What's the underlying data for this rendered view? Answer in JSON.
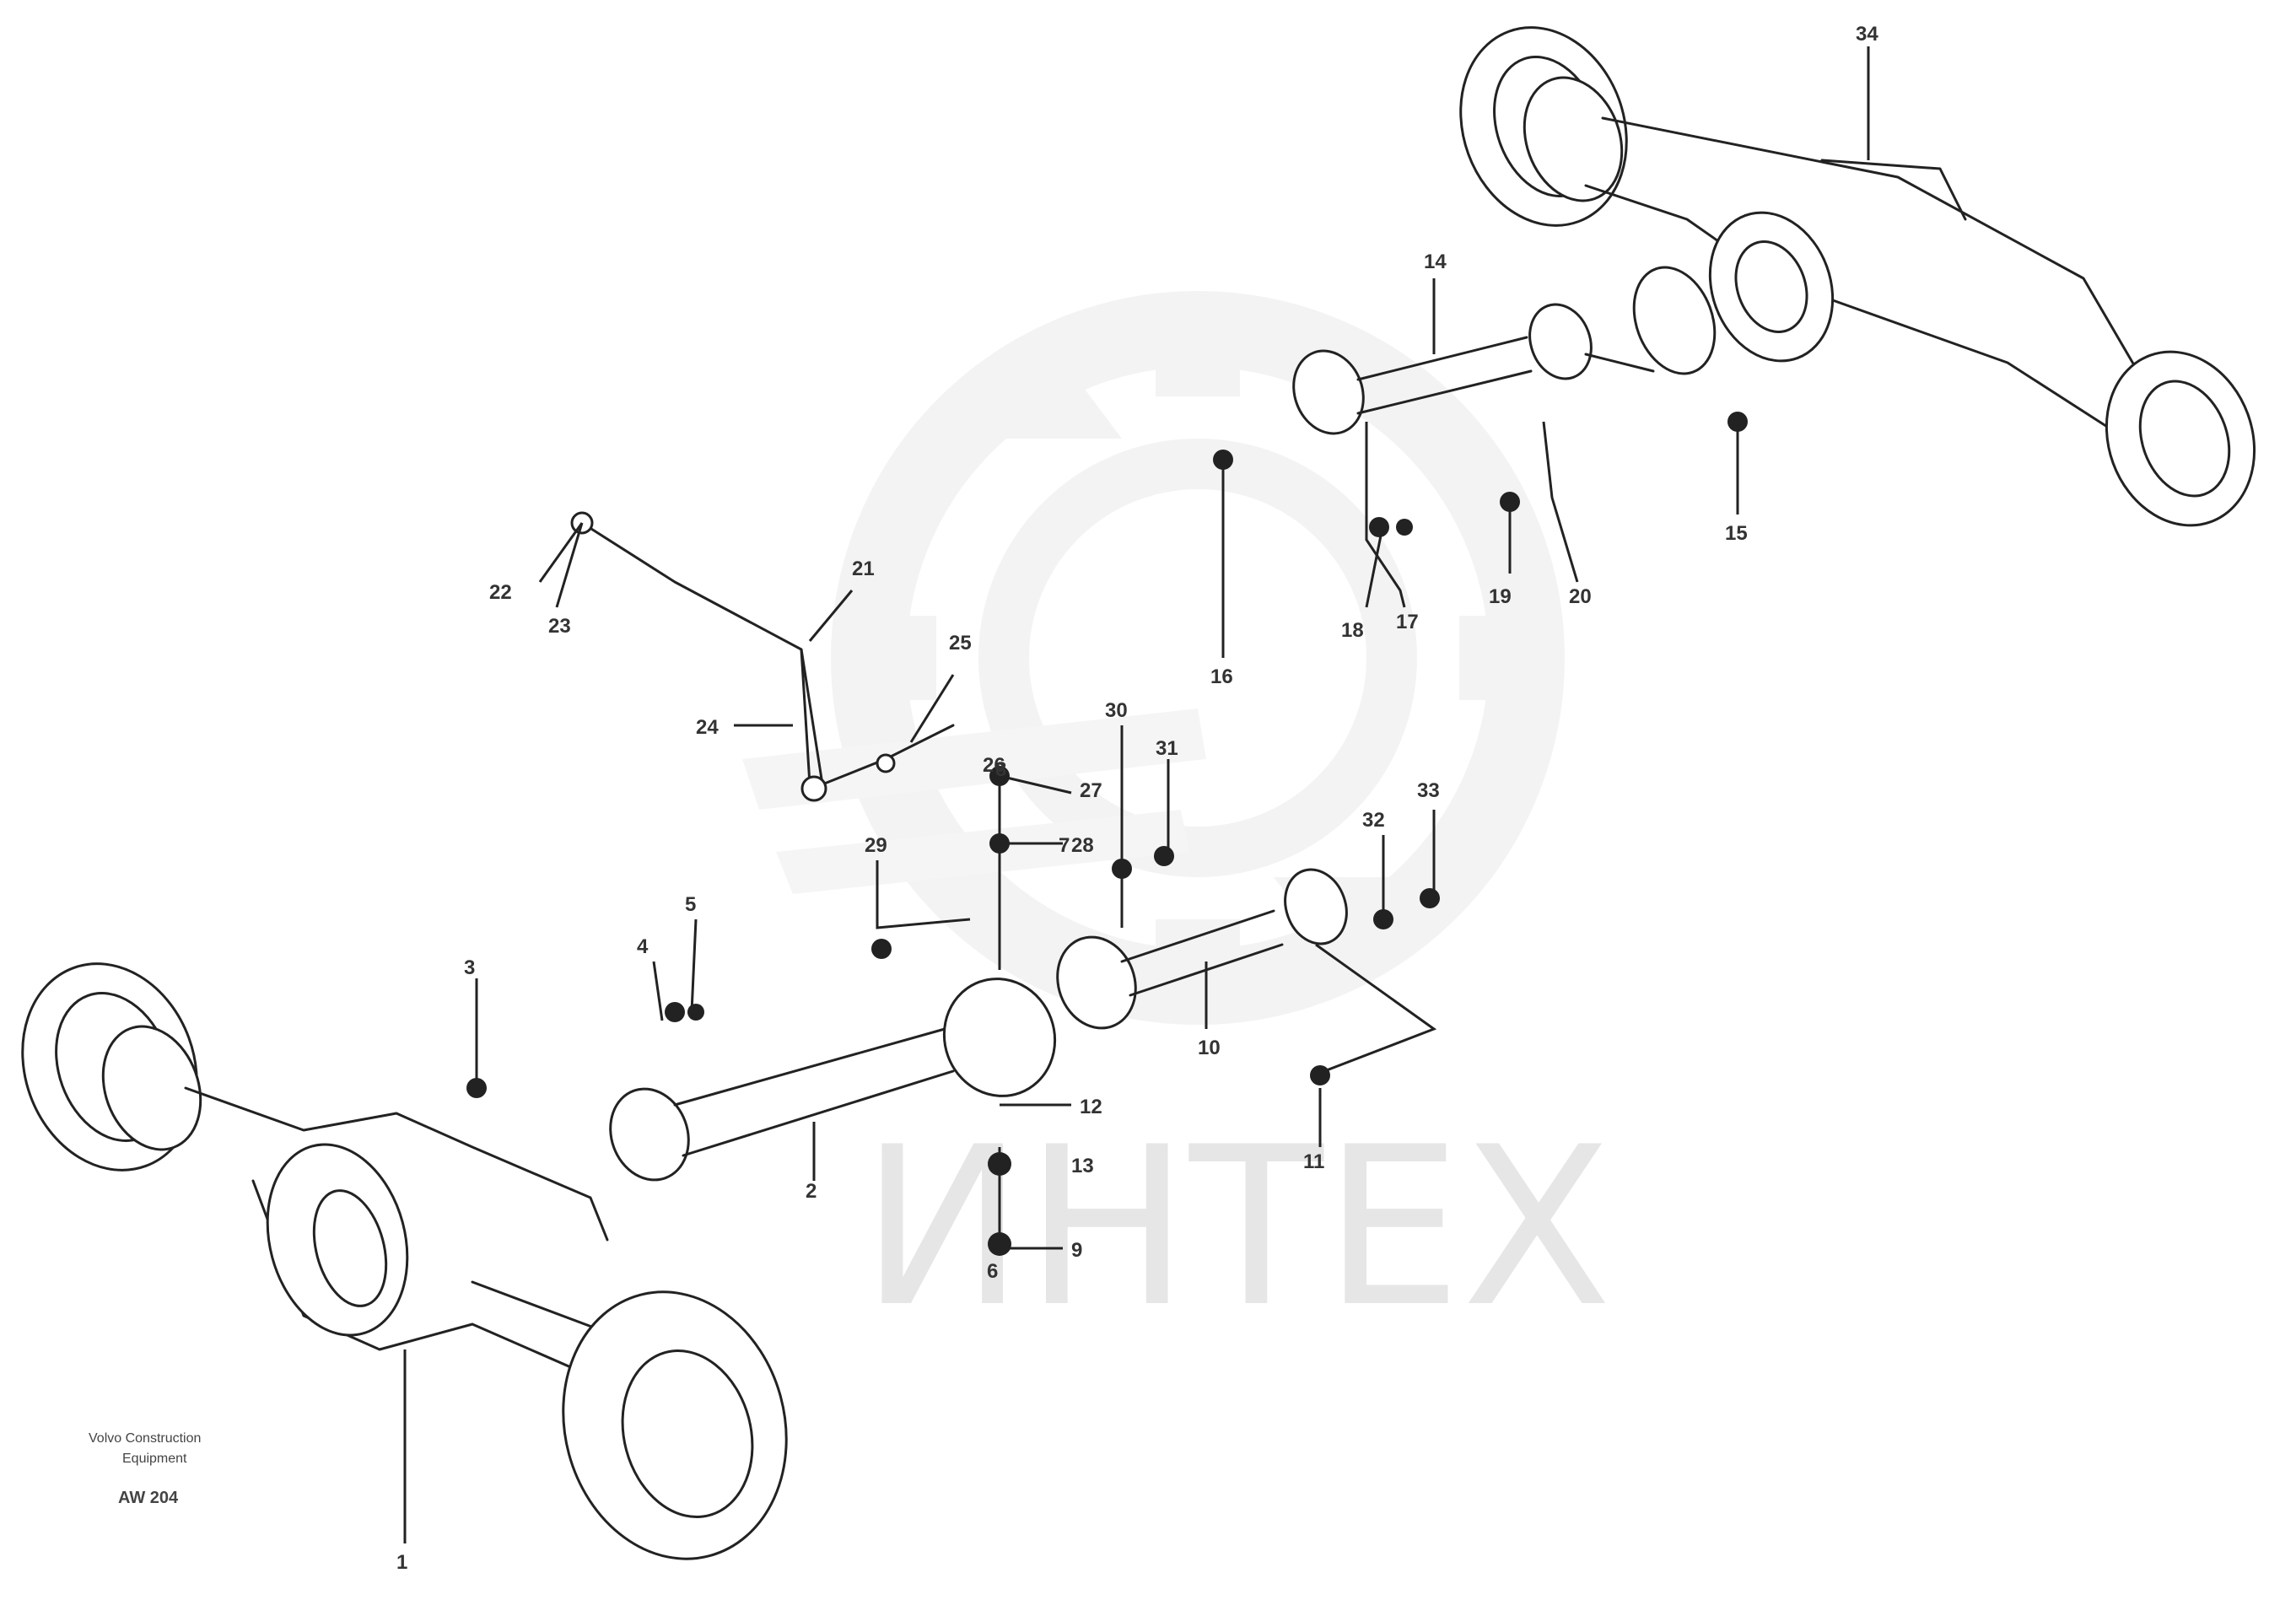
{
  "watermark": {
    "text": "ИНТЕХ"
  },
  "corner_note": {
    "line1": "Volvo Construction",
    "line2": "Equipment",
    "code": "AW 204"
  },
  "callouts": {
    "c1": "1",
    "c2": "2",
    "c3": "3",
    "c4": "4",
    "c5": "5",
    "c6": "6",
    "c7": "7",
    "c8": "8",
    "c9": "9",
    "c10": "10",
    "c11": "11",
    "c12": "12",
    "c13": "13",
    "c14": "14",
    "c15": "15",
    "c16": "16",
    "c17": "17",
    "c18": "18",
    "c19": "19",
    "c20": "20",
    "c21": "21",
    "c22": "22",
    "c23": "23",
    "c24": "24",
    "c25": "25",
    "c26": "26",
    "c27": "27",
    "c28": "28",
    "c29": "29",
    "c30": "30",
    "c31": "31",
    "c32": "32",
    "c33": "33",
    "c34": "34"
  }
}
